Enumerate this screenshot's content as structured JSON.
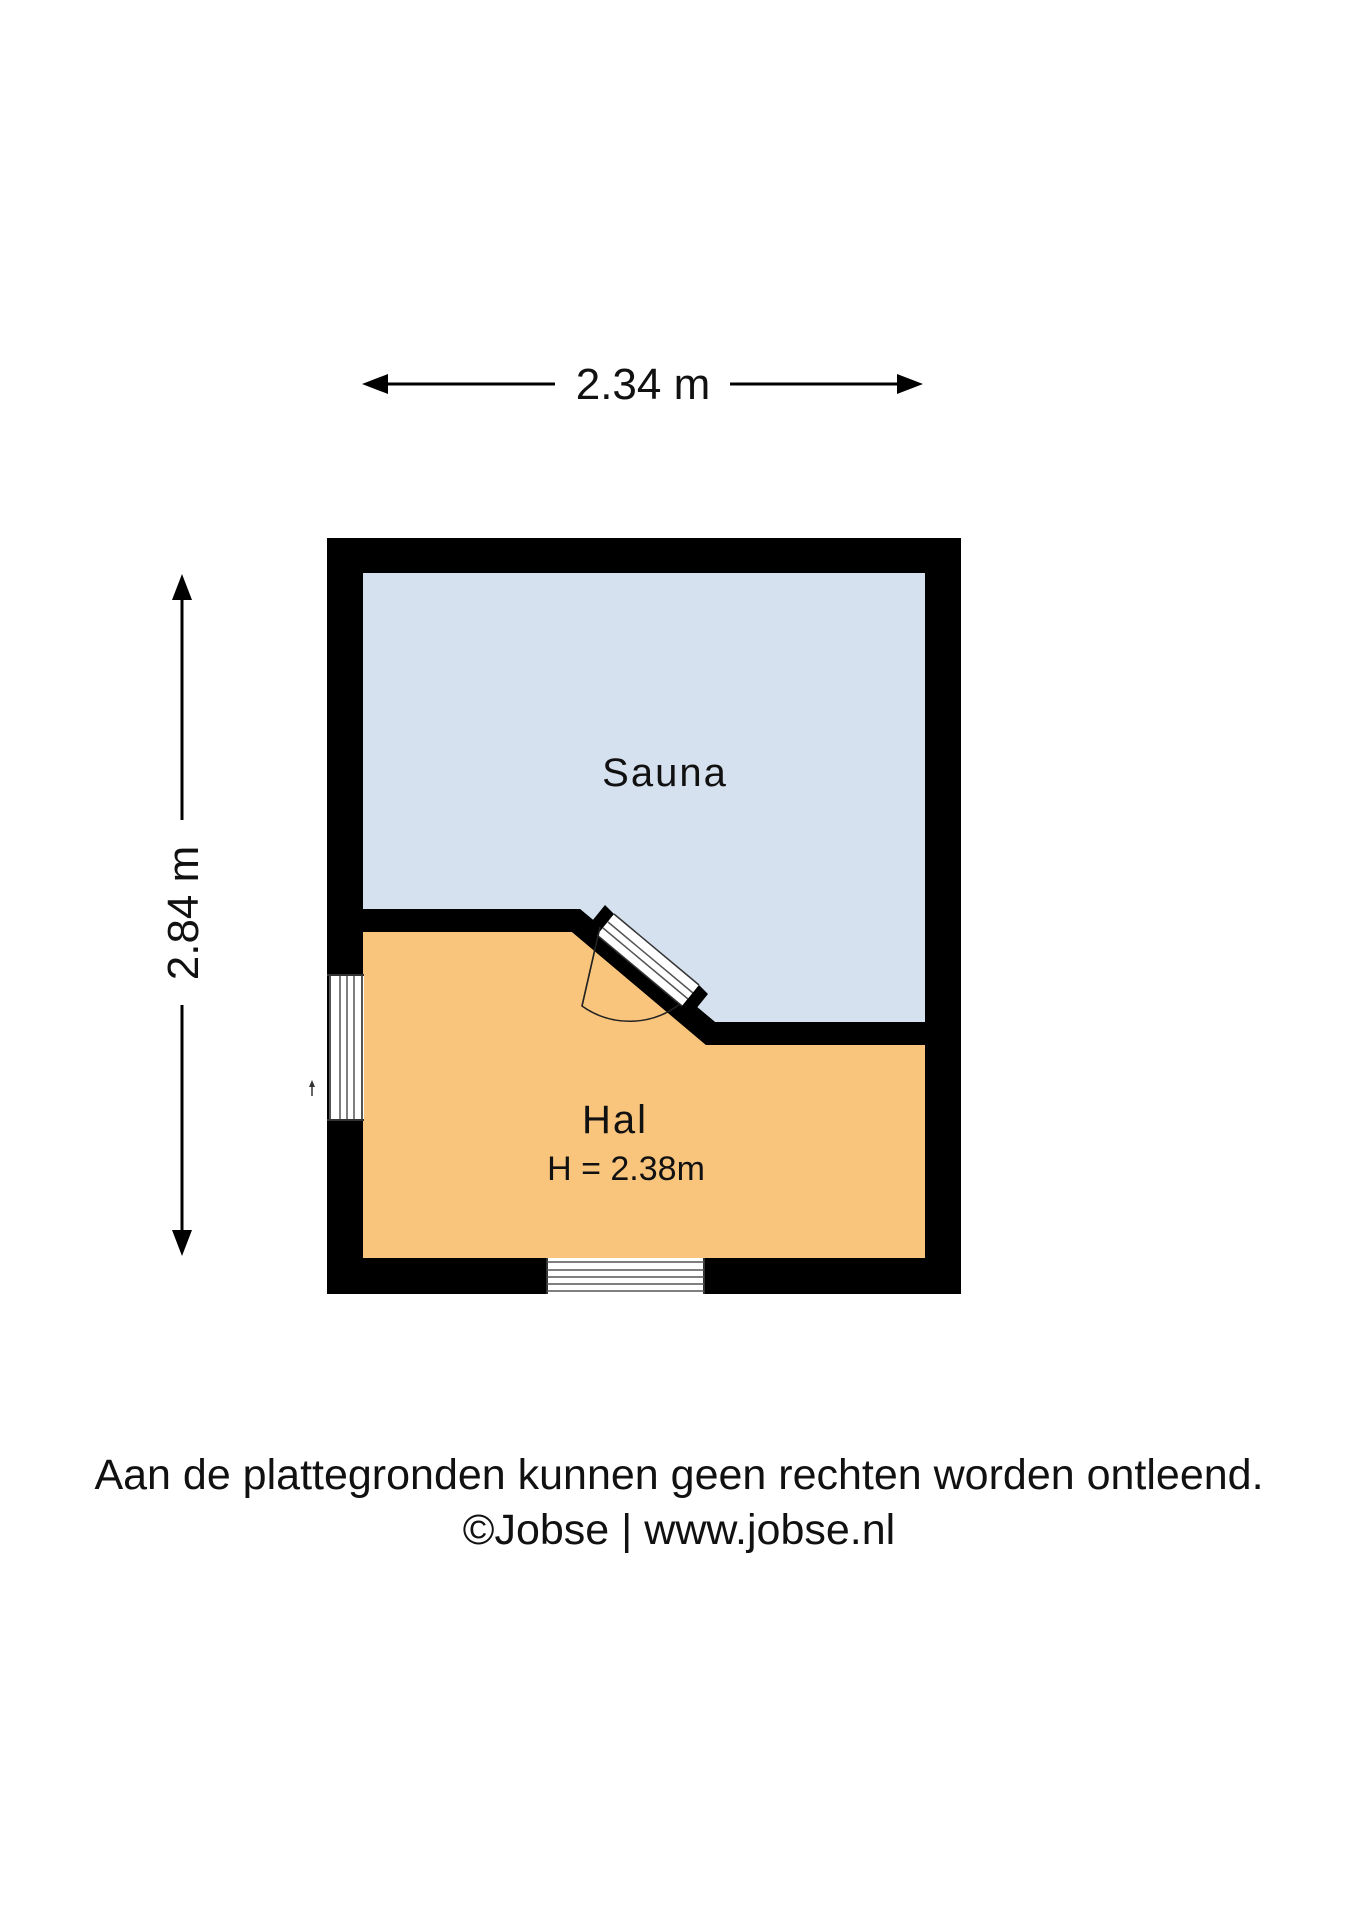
{
  "dimensions": {
    "width_label": "2.34 m",
    "height_label": "2.84 m"
  },
  "rooms": [
    {
      "name": "Sauna",
      "fill": "#d5e1ee"
    },
    {
      "name": "Hal",
      "subtitle": "H = 2.38m",
      "fill": "#f9c57d"
    }
  ],
  "colors": {
    "wall": "#000000",
    "background": "#ffffff"
  },
  "footer": {
    "disclaimer": "Aan de plattegronden kunnen geen rechten worden ontleend.",
    "credit": "©Jobse | www.jobse.nl"
  }
}
